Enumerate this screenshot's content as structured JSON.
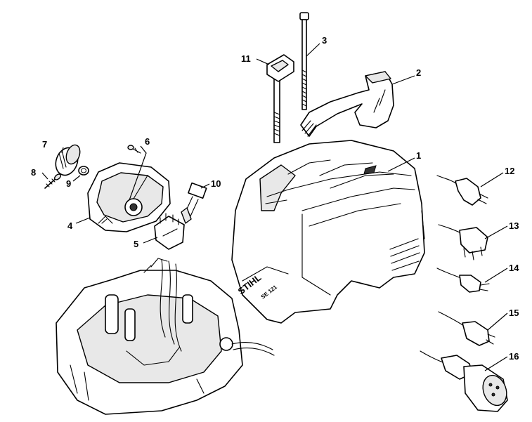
{
  "brand_text": "STIHL",
  "model_text": "SE 121",
  "callouts": [
    {
      "id": "1",
      "label": "1"
    },
    {
      "id": "2",
      "label": "2"
    },
    {
      "id": "3",
      "label": "3"
    },
    {
      "id": "4",
      "label": "4"
    },
    {
      "id": "5",
      "label": "5"
    },
    {
      "id": "6",
      "label": "6"
    },
    {
      "id": "7",
      "label": "7"
    },
    {
      "id": "8",
      "label": "8"
    },
    {
      "id": "9",
      "label": "9"
    },
    {
      "id": "10",
      "label": "10"
    },
    {
      "id": "11",
      "label": "11"
    },
    {
      "id": "12",
      "label": "12"
    },
    {
      "id": "13",
      "label": "13"
    },
    {
      "id": "14",
      "label": "14"
    },
    {
      "id": "15",
      "label": "15"
    },
    {
      "id": "16",
      "label": "16"
    }
  ]
}
